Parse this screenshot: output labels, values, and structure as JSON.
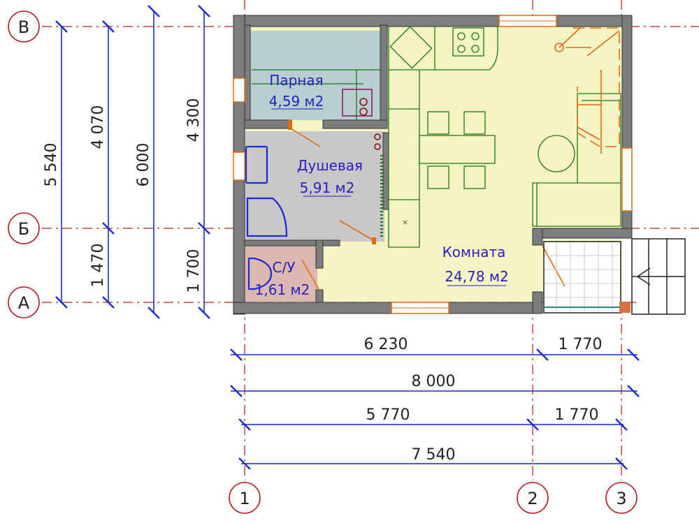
{
  "axes": {
    "rows": [
      "В",
      "Б",
      "А"
    ],
    "columns": [
      "1",
      "2",
      "3"
    ]
  },
  "dimensions": {
    "vertical": [
      "5 540",
      "4 070",
      "1 470",
      "6 000",
      "4 300",
      "1 700"
    ],
    "horizontal": [
      "6 230",
      "1 770",
      "8 000",
      "5 770",
      "1 770",
      "7 540"
    ]
  },
  "rooms": {
    "parnaya": {
      "name": "Парная",
      "area": "4,59 м2"
    },
    "dushevaya": {
      "name": "Душевая",
      "area": "5,91 м2"
    },
    "su": {
      "name": "С/У",
      "area": "1,61 м2"
    },
    "komnata": {
      "name": "Комната",
      "area": "24,78 м2"
    }
  },
  "colors": {
    "steam_room": "#b7cfd1",
    "shower": "#c8c8c8",
    "wc": "#dcb8b0",
    "main_room": "#f7f4c4",
    "walls": "#7d7d7d",
    "axis_lines": "#b32020",
    "dimension_lines": "#1a2bd6",
    "furniture": "#1a7a1a",
    "doors": "#e06a10"
  }
}
